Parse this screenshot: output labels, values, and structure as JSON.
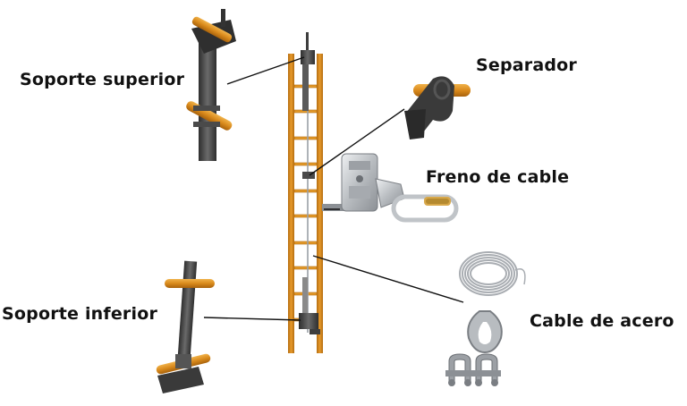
{
  "labels": {
    "soporte_superior": "Soporte superior",
    "separador": "Separador",
    "freno_de_cable": "Freno de cable",
    "soporte_inferior": "Soporte inferior",
    "cable_de_acero": "Cable de acero"
  },
  "colors": {
    "ladder_orange": "#d98a1c",
    "ladder_dark": "#b56d10",
    "pipe_orange": "#e39a2a",
    "steel_dark": "#3e3e3e",
    "steel_mid": "#6a6a6a",
    "aluminum": "#c9cdd1",
    "carabiner_gold": "#d8a84a",
    "leader_line": "#111111"
  }
}
